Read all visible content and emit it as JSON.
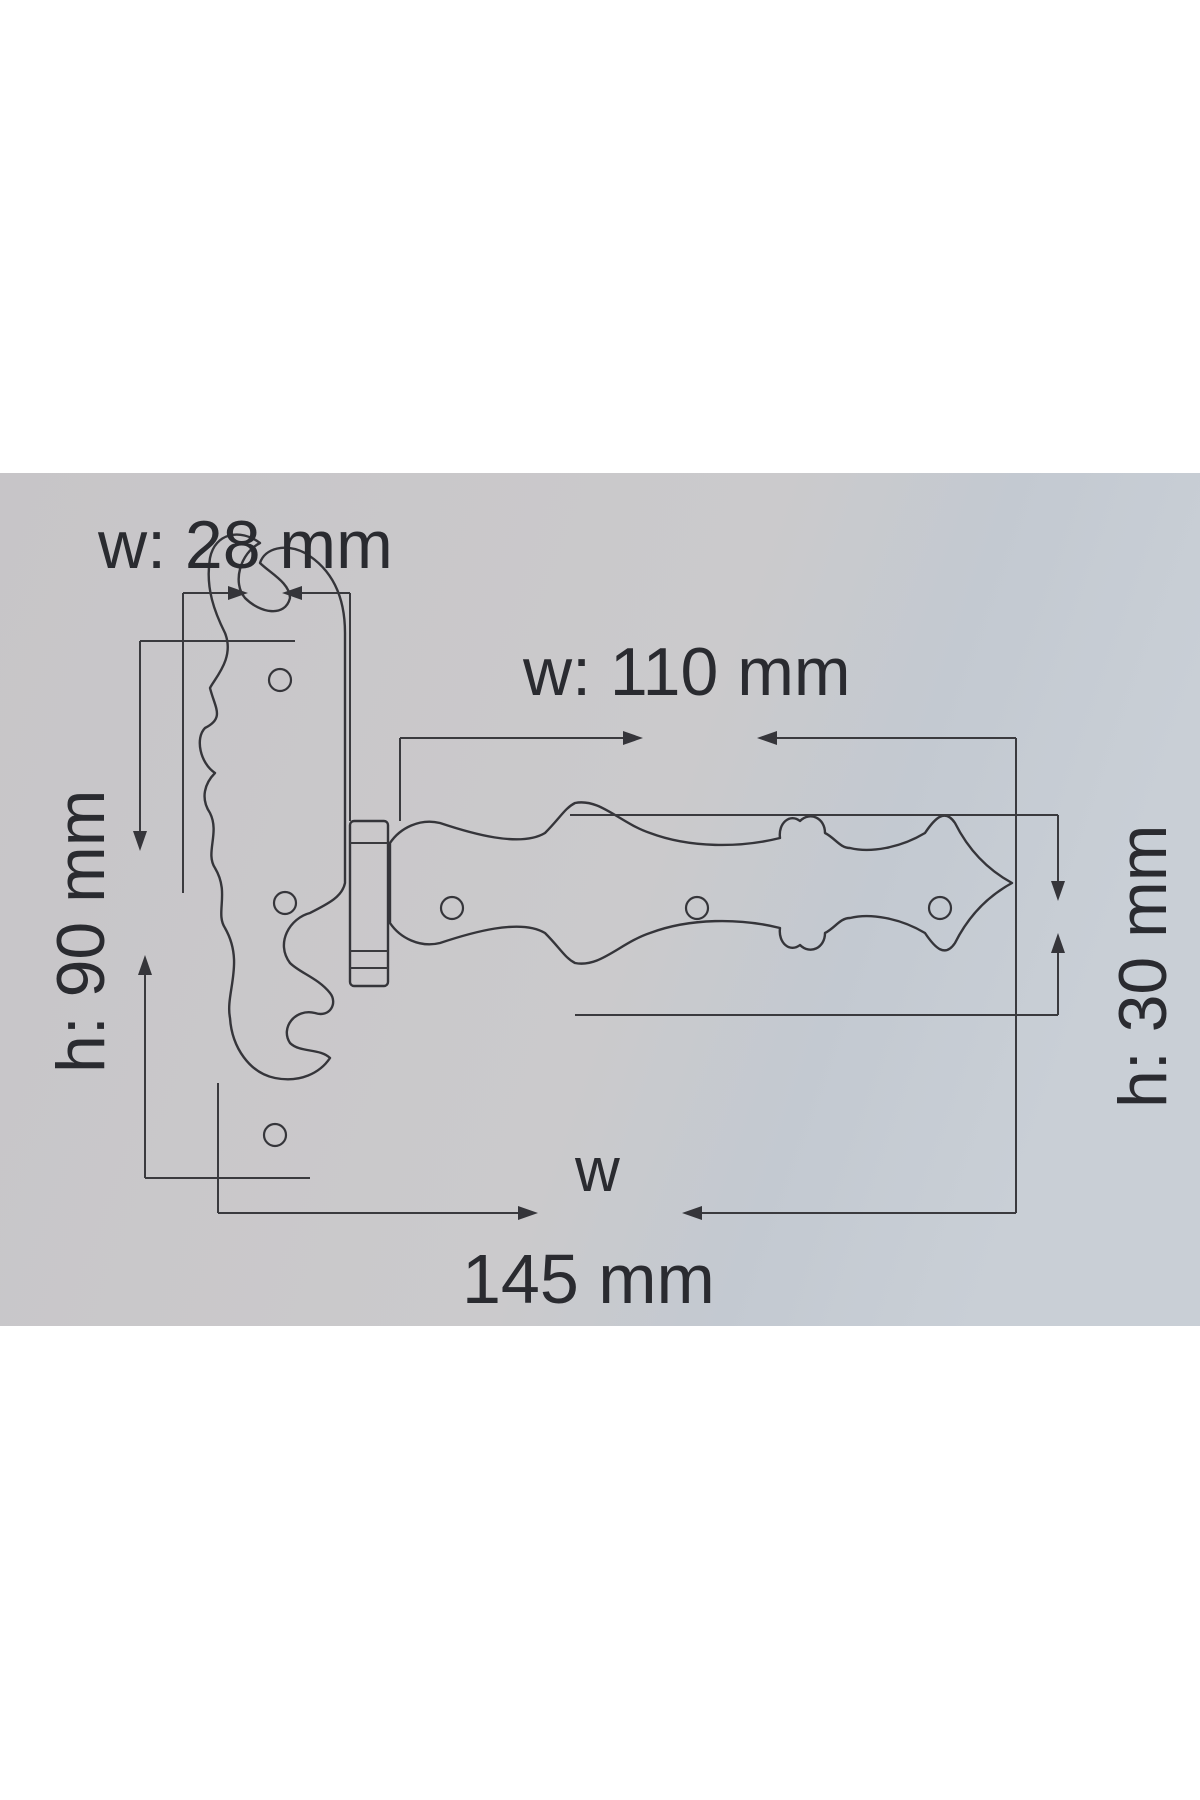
{
  "diagram": {
    "background_color": "#c9c9ca",
    "line_color": "#35353a",
    "labels": {
      "short_leaf_width": "w: 28 mm",
      "long_leaf_width": "w: 110 mm",
      "short_leaf_height": "h: 90 mm",
      "long_leaf_height": "h: 30 mm",
      "total_width_symbol": "w",
      "total_width_value": "145 mm"
    }
  }
}
